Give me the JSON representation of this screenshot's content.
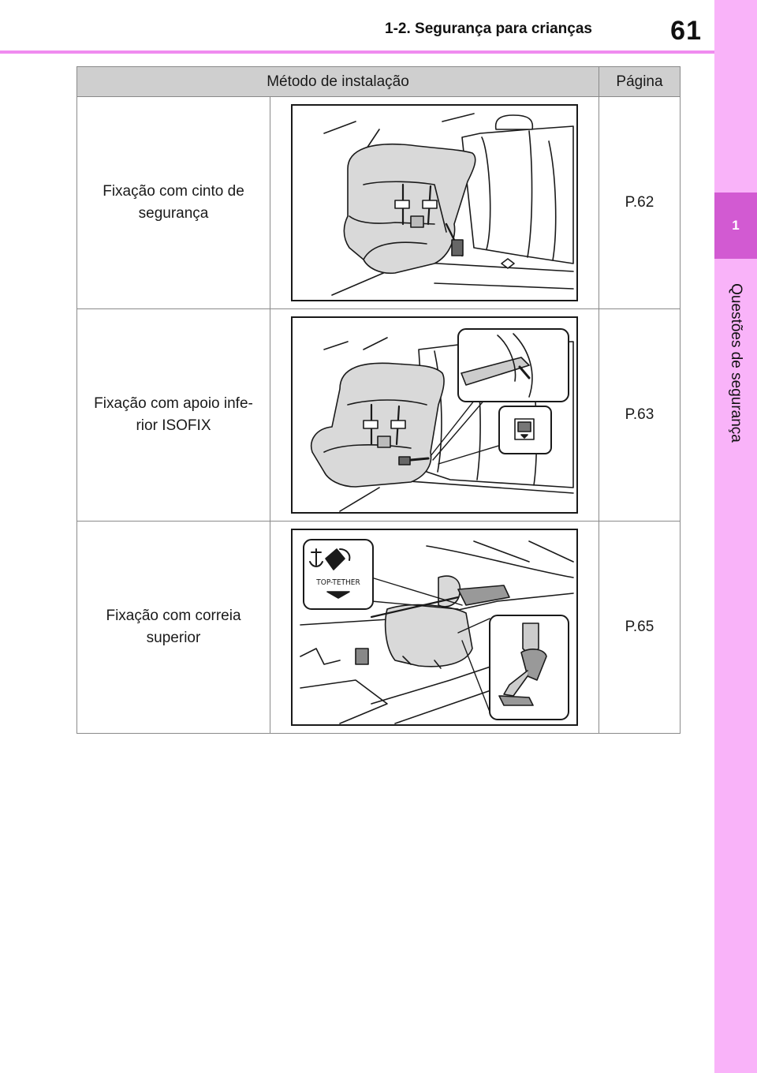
{
  "header": {
    "section_title": "1-2. Segurança para crianças",
    "page_number": "61"
  },
  "side_tab": {
    "chapter_number": "1",
    "chapter_title": "Questões de segurança"
  },
  "table": {
    "columns": [
      "Método de instalação",
      "Página"
    ],
    "rows": [
      {
        "method": "Fixação com cinto de segurança",
        "page": "P.62",
        "figure_icon": "child-seat-seatbelt-illustration"
      },
      {
        "method": "Fixação com apoio infe-rior ISOFIX",
        "page": "P.63",
        "figure_icon": "child-seat-isofix-illustration"
      },
      {
        "method": "Fixação com correia superior",
        "page": "P.65",
        "figure_icon": "child-seat-top-tether-illustration",
        "figure_label": "TOP-TETHER"
      }
    ]
  },
  "colors": {
    "accent_pink": "#f08cf0",
    "tab_pink": "#f9b3f9",
    "chapter_magenta": "#d25ad2",
    "table_header_gray": "#cfcfcf"
  }
}
